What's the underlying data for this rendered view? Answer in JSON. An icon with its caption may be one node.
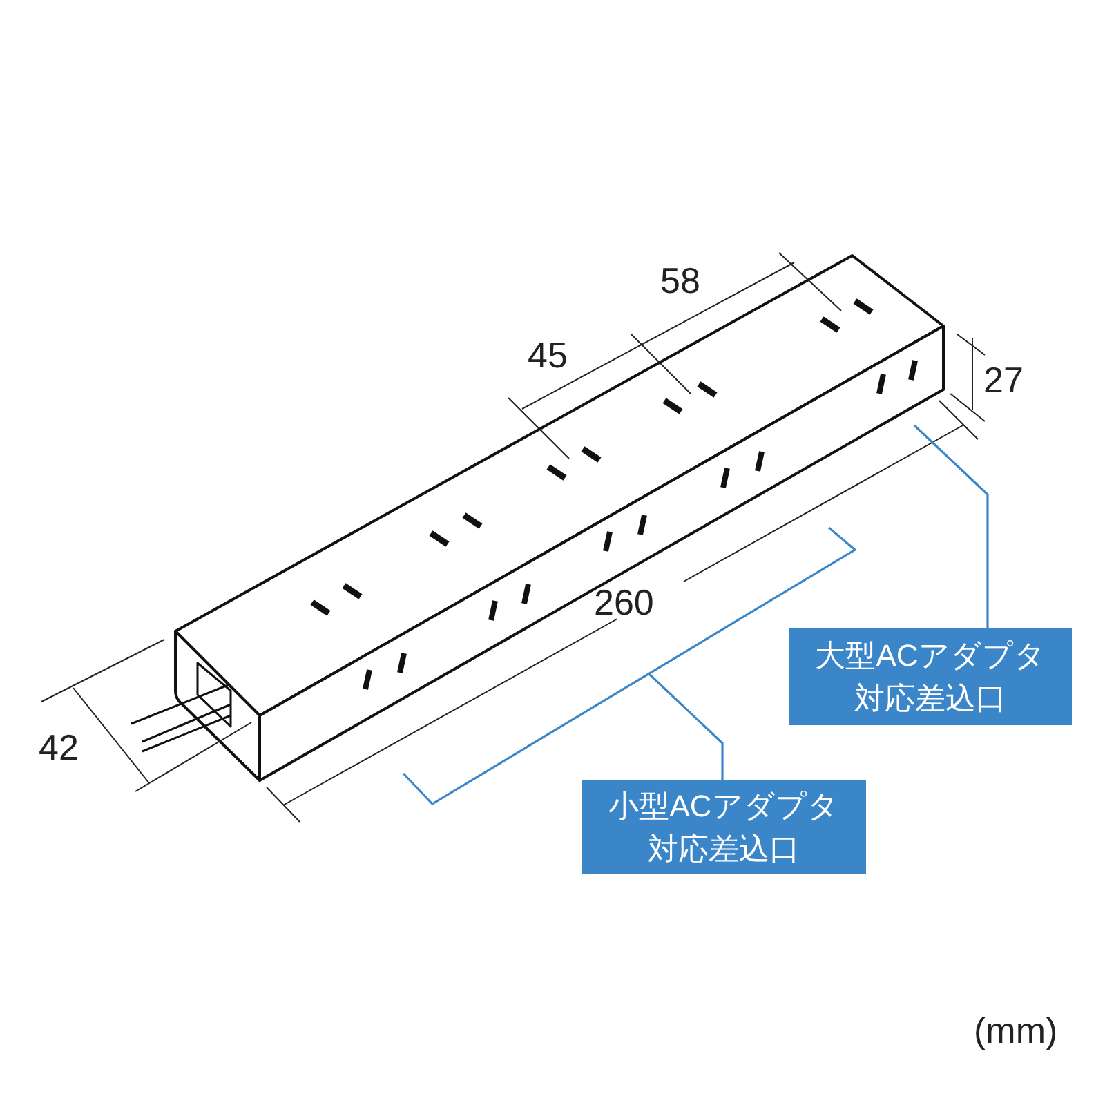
{
  "diagram": {
    "nodes": [
      {
        "text": [
          "大型ACアダプタ対応差込口"
        ]
      },
      {
        "text": [
          "小型ACアダプタ対応差込口"
        ]
      },
      {
        "text": [],
        "shape": "bracket"
      }
    ],
    "edges": [
      {
        "from": 0,
        "to": null,
        "arrow": "none"
      },
      {
        "from": 1,
        "to": 2,
        "arrow": "none"
      }
    ],
    "labels": [
      "58",
      "45",
      "27",
      "260",
      "42",
      "(mm)"
    ]
  }
}
